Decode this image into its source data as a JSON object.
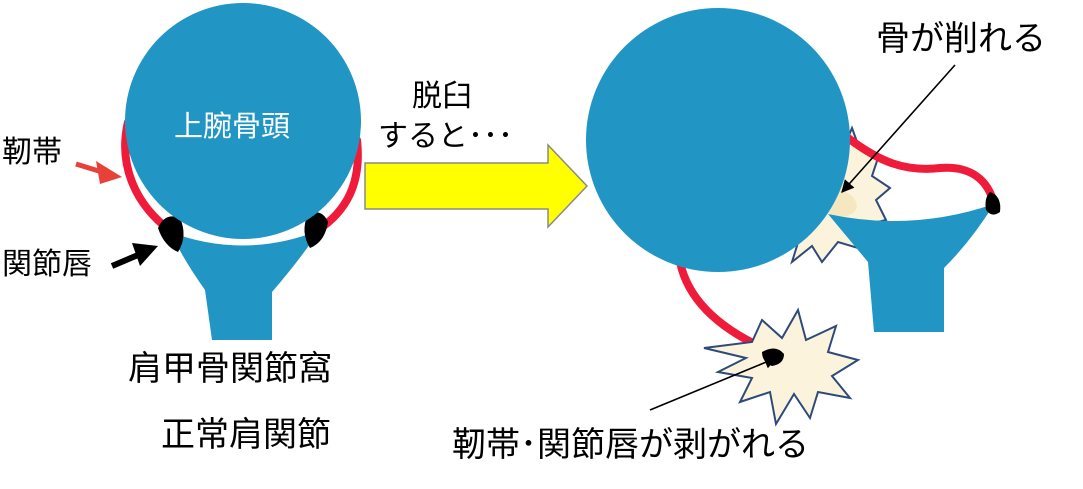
{
  "labels": {
    "humeral_head": "上腕骨頭",
    "ligament": "靭帯",
    "labrum": "関節唇",
    "glenoid_fossa": "肩甲骨関節窩",
    "normal_joint": "正常肩関節",
    "dislocation_line1": "脱臼",
    "dislocation_line2": "すると･･･",
    "bone_worn": "骨が削れる",
    "ligament_labrum_torn": "靭帯･関節唇が剥がれる"
  },
  "colors": {
    "bone": "#2196c4",
    "ligament": "#ee1c3a",
    "labrum": "#000000",
    "arrow_fill": "#ffff00",
    "arrow_stroke": "#8a8a8a",
    "burst_fill": "#fcf3dc",
    "burst_stroke": "#2e4a7a",
    "pointer_red": "#e8413a",
    "text": "#000000",
    "head_label": "#ffffff"
  }
}
